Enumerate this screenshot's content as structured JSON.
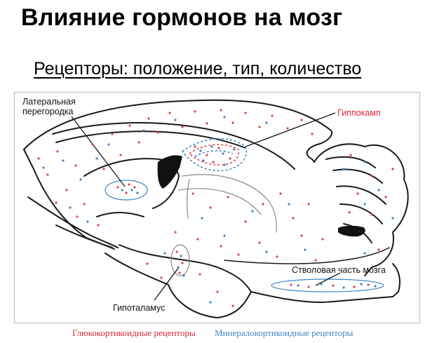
{
  "title": "Влияние гормонов на мозг",
  "subtitle": "Рецепторы: положение, тип, количество",
  "labels": {
    "lateral_septum_line1": "Латеральная",
    "lateral_septum_line2": "перегородка",
    "hippocampus": "Гиппокамп",
    "brainstem": "Стволовая часть мозга",
    "hypothalamus": "Гипоталамус"
  },
  "legend": {
    "glucocorticoid": "Глюкокортикоидные рецепторы",
    "mineralocorticoid": "Минералокортикоидные рецепторы"
  },
  "colors": {
    "glucocorticoid": "#e0434e",
    "mineralocorticoid": "#3f86c4",
    "outline": "#1a1a1a",
    "label_red": "#d8273a"
  }
}
